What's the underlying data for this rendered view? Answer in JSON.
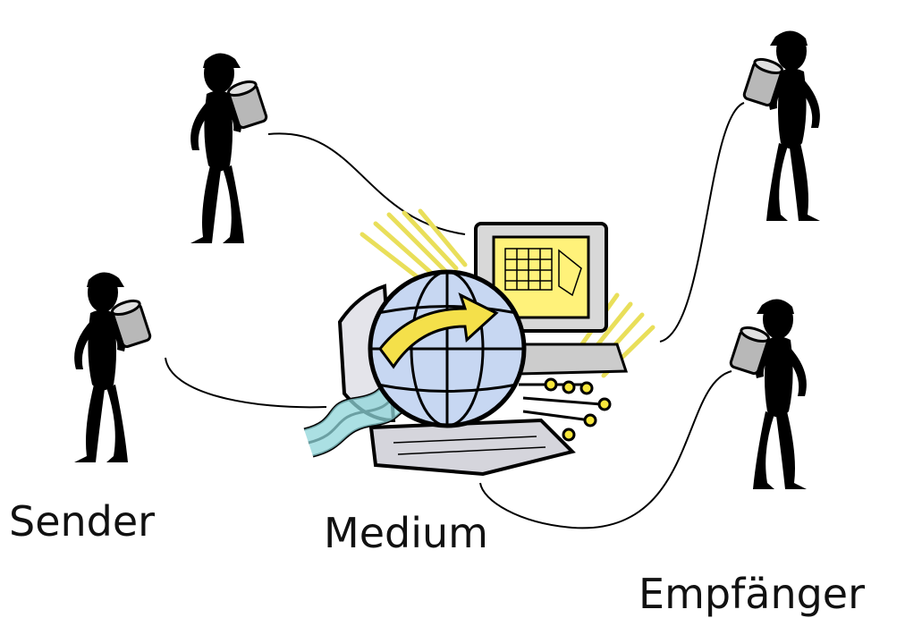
{
  "labels": {
    "sender": "Sender",
    "medium": "Medium",
    "receiver": "Empfänger"
  },
  "colors": {
    "figure": "#000000",
    "cup": "#b8b8b8",
    "globe": "#c7d7f2",
    "arrow": "#f4e04a",
    "screen": "#fff27a",
    "rays": "#f2ea7a",
    "waves": "#8fd6d9",
    "keyboard": "#d5d5dc",
    "node": "#f7e63c"
  },
  "icons": {
    "figure": "stick-figure-with-cup-icon",
    "medium": "network-globe-computer-icon"
  }
}
